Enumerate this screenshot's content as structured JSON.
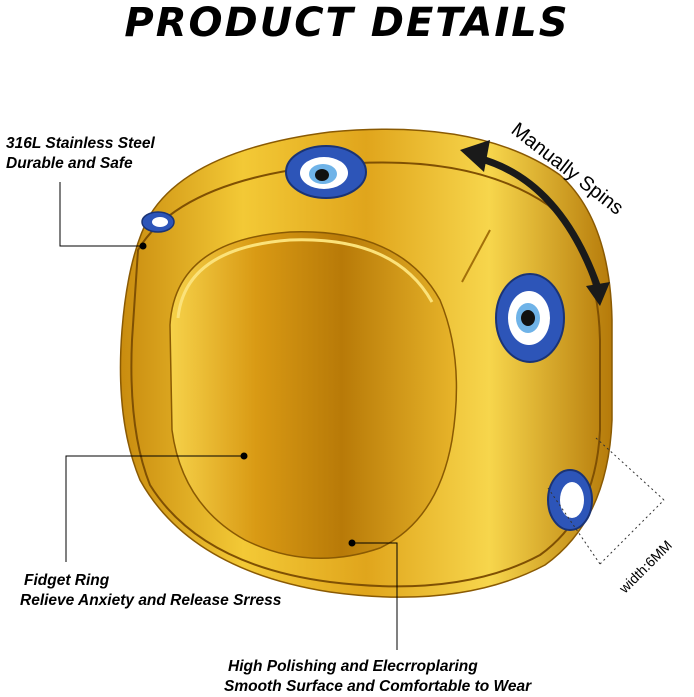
{
  "title": "PRODUCT DETAILS",
  "callouts": {
    "steel": {
      "line1": "316L Stainless Steel",
      "line2": "Durable and Safe"
    },
    "fidget": {
      "line1": "Fidget Ring",
      "line2": "Relieve Anxiety and Release Srress"
    },
    "polish": {
      "line1": "High Polishing and Elecrroplaring",
      "line2": "Smooth Surface and Comfortable to Wear"
    }
  },
  "spin_label": "Manually Spins",
  "width_label": "width:6MM",
  "colors": {
    "gold": "#d9a11c",
    "gold_light": "#f6d24a",
    "gold_dark": "#9c6a06",
    "eye_blue": "#2d55b8"
  },
  "icons": [
    "curved-arrow-icon",
    "evil-eye-icon"
  ]
}
